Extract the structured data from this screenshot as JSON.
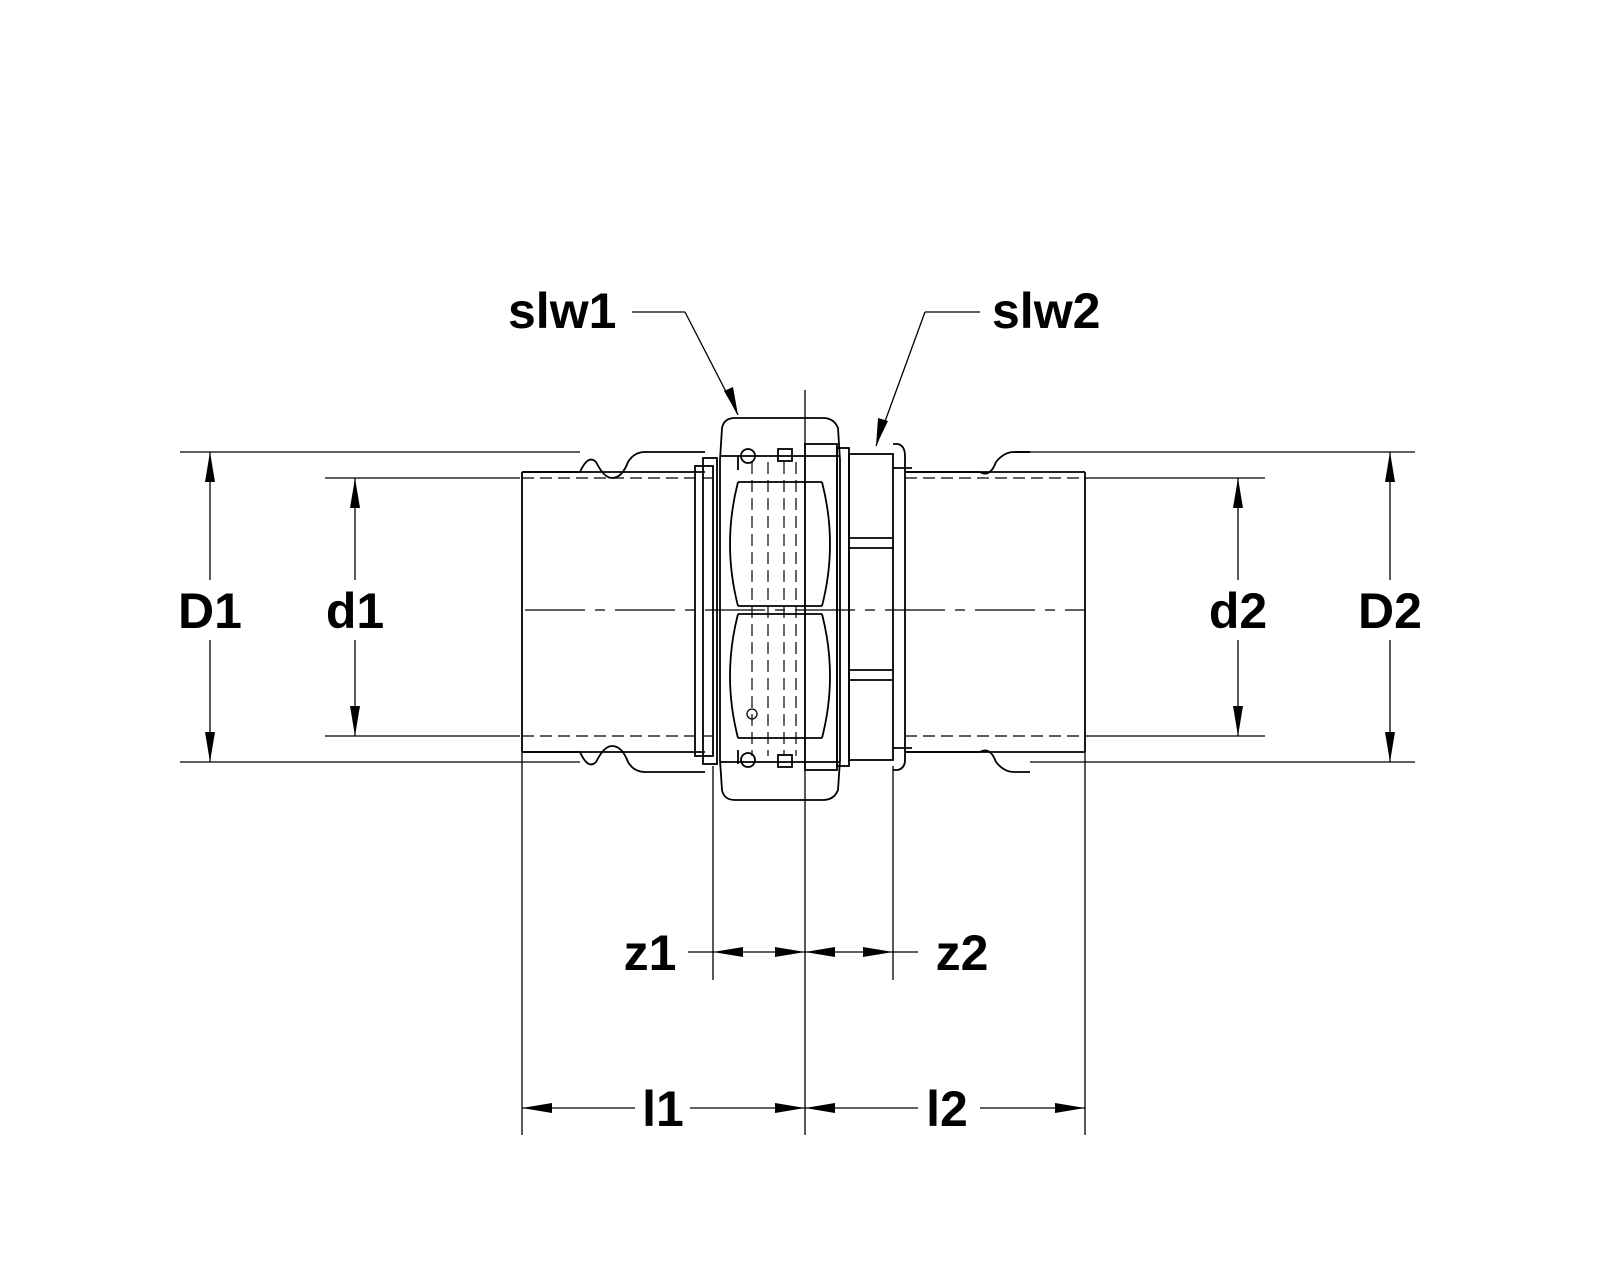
{
  "labels": {
    "D1": "D1",
    "d1": "d1",
    "d2": "d2",
    "D2": "D2",
    "slw1": "slw1",
    "slw2": "slw2",
    "z1": "z1",
    "z2": "z2",
    "l1": "l1",
    "l2": "l2"
  }
}
